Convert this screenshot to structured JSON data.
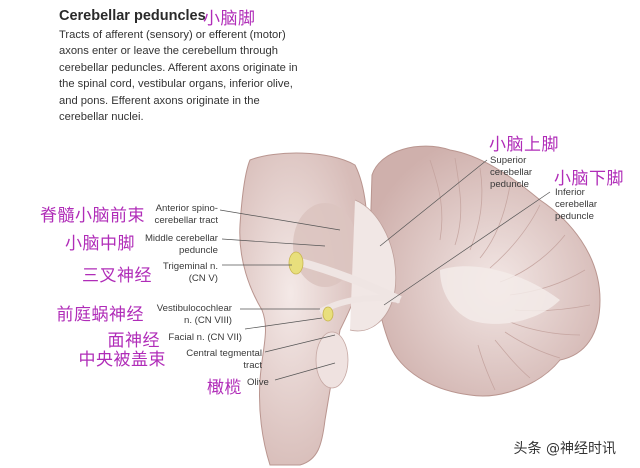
{
  "header": {
    "title": "Cerebellar peduncles",
    "title_cn": "小脑脚",
    "description": "Tracts of afferent (sensory) or efferent (motor) axons enter or leave the cerebellum through cerebellar peduncles. Afferent axons originate in the spinal cord, vestibular organs, inferior olive, and pons. Efferent axons originate in the cerebellar nuclei."
  },
  "labels_left": [
    {
      "cn": "脊髓小脑前束",
      "en_line1": "Anterior spino-",
      "en_line2": "cerebellar tract"
    },
    {
      "cn": "小脑中脚",
      "en_line1": "Middle cerebellar",
      "en_line2": "peduncle"
    },
    {
      "cn": "三叉神经",
      "en_line1": "Trigeminal n.",
      "en_line2": "(CN V)"
    },
    {
      "cn": "前庭蜗神经",
      "en_line1": "Vestibulocochlear",
      "en_line2": "n. (CN VIII)"
    },
    {
      "cn": "面神经",
      "en_line1": "Facial n. (CN VII)",
      "en_line2": ""
    },
    {
      "cn": "中央被盖束",
      "en_line1": "Central tegmental",
      "en_line2": "tract"
    },
    {
      "cn": "橄榄",
      "en_line1": "Olive",
      "en_line2": ""
    }
  ],
  "labels_right": [
    {
      "cn": "小脑上脚",
      "en_line1": "Superior",
      "en_line2": "cerebellar",
      "en_line3": "peduncle"
    },
    {
      "cn": "小脑下脚",
      "en_line1": "Inferior",
      "en_line2": "cerebellar",
      "en_line3": "peduncle"
    }
  ],
  "watermark": "头条 @神经时讯",
  "colors": {
    "accent_cn": "#b02cb8",
    "tissue": "#e8d6d3",
    "tissue_dark": "#c9aaa6",
    "nerve": "#e6dc7a"
  }
}
